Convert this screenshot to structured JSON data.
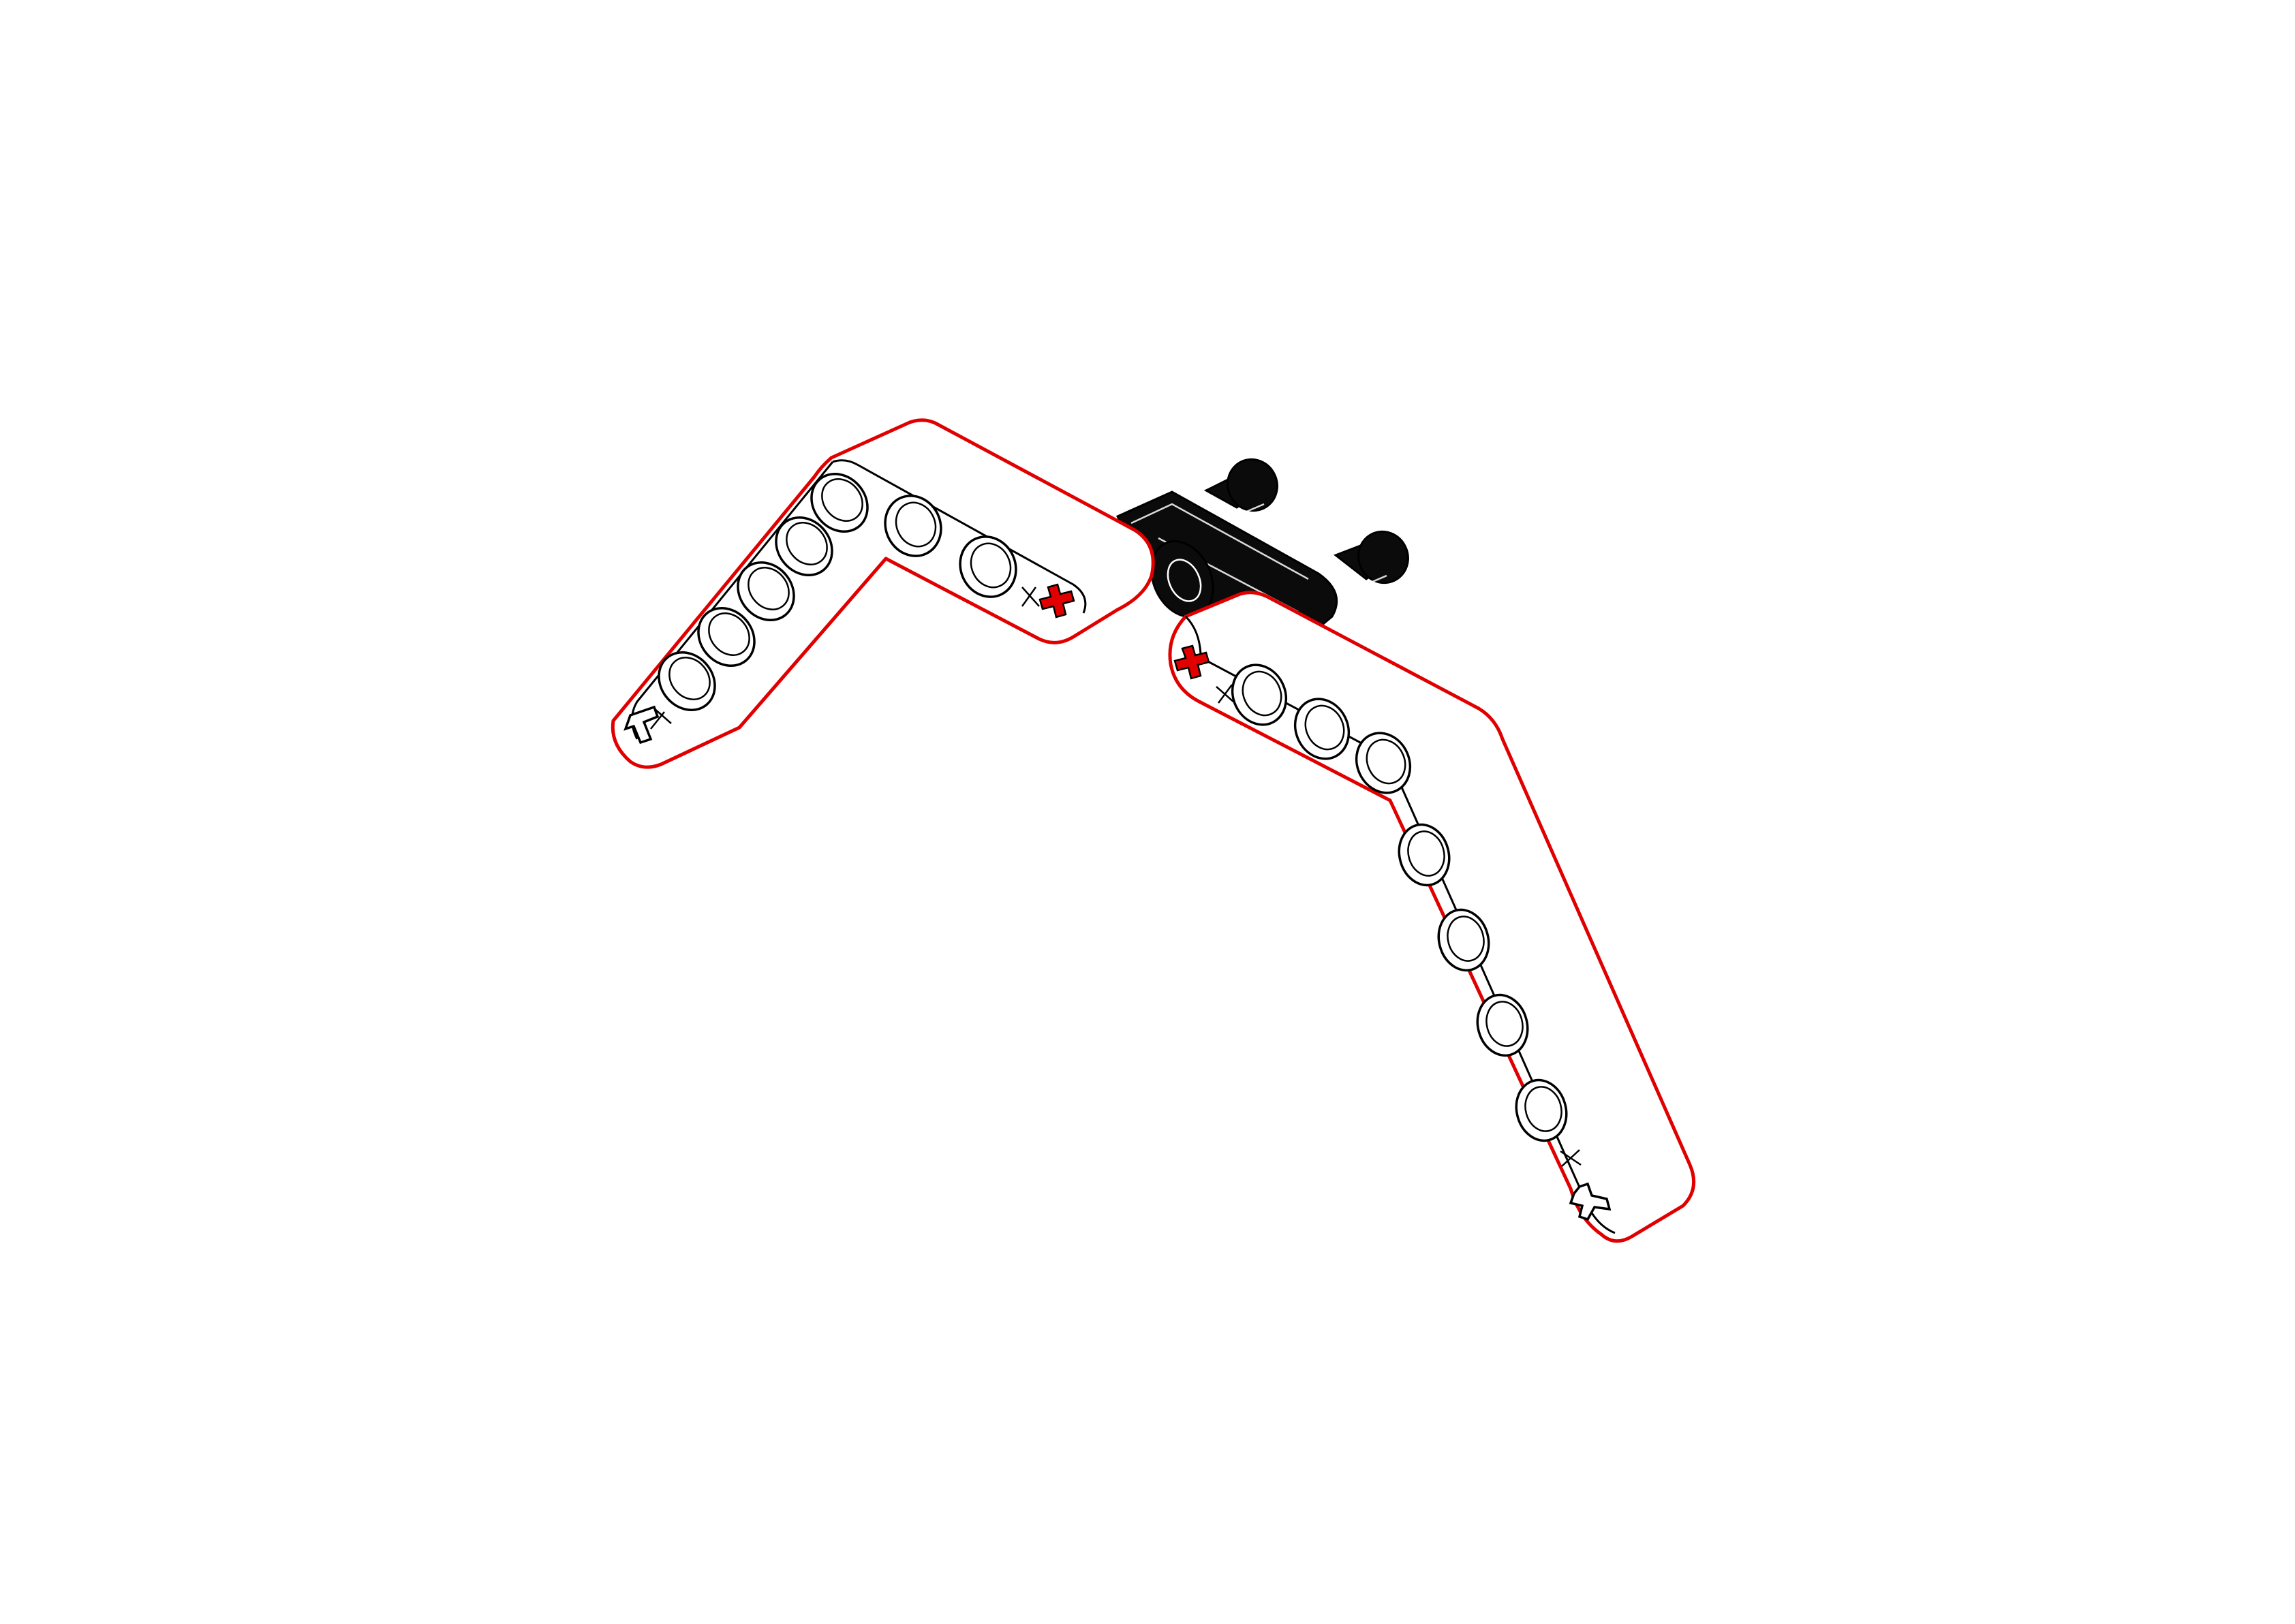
{
  "colors": {
    "highlight": "#e00000",
    "beam": "#ffffff",
    "connector": "#0b0b0b"
  },
  "parts": [
    {
      "name": "angled-liftarm-left",
      "type": "bent-beam",
      "color": "white",
      "highlighted": true
    },
    {
      "name": "angled-liftarm-right",
      "type": "bent-beam",
      "color": "white",
      "highlighted": true
    },
    {
      "name": "connector-with-pins",
      "type": "pin-connector",
      "color": "black",
      "highlighted": false
    }
  ]
}
